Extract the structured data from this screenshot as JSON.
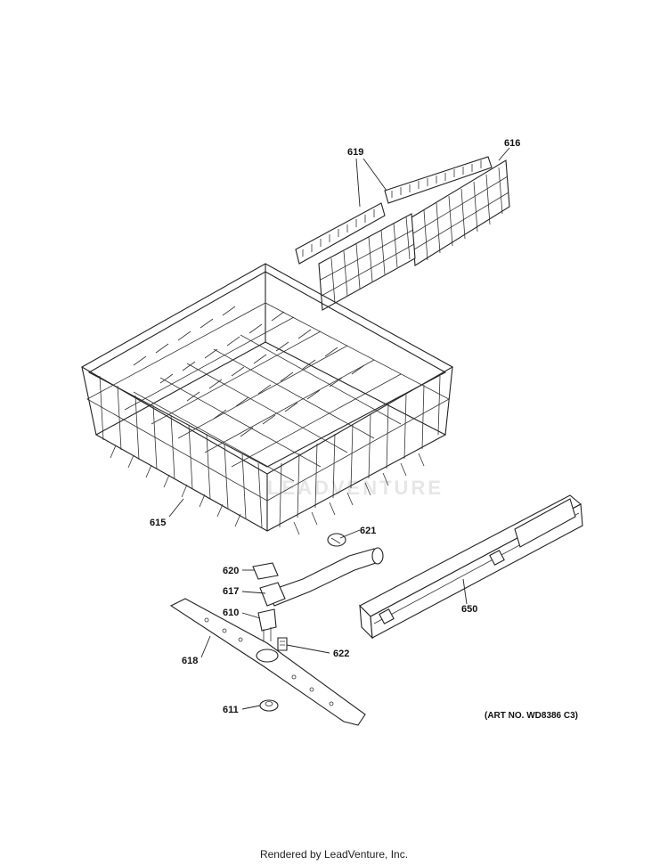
{
  "diagram": {
    "parts": [
      {
        "id": "619",
        "label": "619"
      },
      {
        "id": "616",
        "label": "616"
      },
      {
        "id": "615",
        "label": "615"
      },
      {
        "id": "621",
        "label": "621"
      },
      {
        "id": "620",
        "label": "620"
      },
      {
        "id": "617",
        "label": "617"
      },
      {
        "id": "610",
        "label": "610"
      },
      {
        "id": "618",
        "label": "618"
      },
      {
        "id": "622",
        "label": "622"
      },
      {
        "id": "611",
        "label": "611"
      },
      {
        "id": "650",
        "label": "650"
      }
    ],
    "art_number": "(ART NO. WD8386 C3)",
    "watermark": "LEADVENTURE"
  },
  "footer": {
    "credit": "Rendered by LeadVenture, Inc."
  }
}
